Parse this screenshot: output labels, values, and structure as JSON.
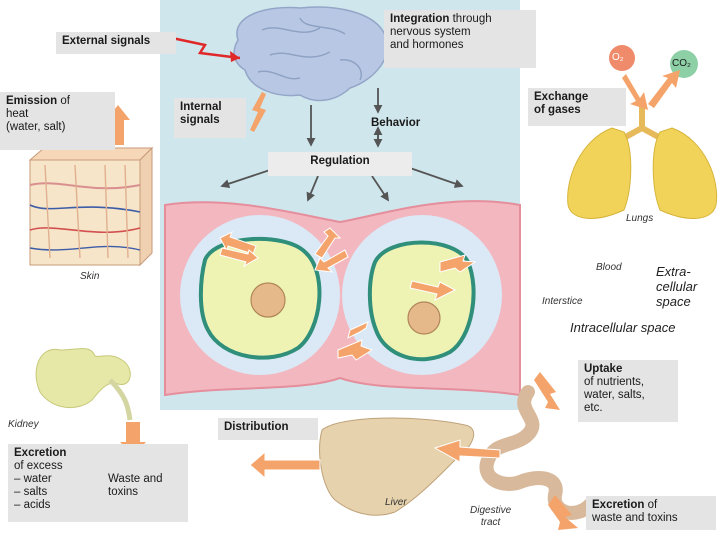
{
  "external_signals": "External signals",
  "integration": {
    "bold": "Integration",
    "rest1": " through",
    "rest2": "nervous system",
    "rest3": "and hormones"
  },
  "emission": {
    "bold": "Emission",
    "rest1": " of",
    "rest2": "heat",
    "rest3": "(water, salt)"
  },
  "internal_signals": {
    "line1": "Internal",
    "line2": "signals"
  },
  "behavior": "Behavior",
  "regulation": "Regulation",
  "exchange": {
    "line1": "Exchange",
    "line2": "of gases"
  },
  "o2": "O₂",
  "co2": "CO₂",
  "lungs": "Lungs",
  "skin": "Skin",
  "blood": "Blood",
  "extracellular": {
    "line1": "Extra-",
    "line2": "cellular",
    "line3": "space"
  },
  "interstice": "Interstice",
  "intracellular": "Intracellular space",
  "kidney": "Kidney",
  "excretion_left": {
    "bold": "Excretion",
    "line2": "of excess",
    "line3": "– water",
    "line4": "– salts",
    "line5": "– acids"
  },
  "waste_toxins": {
    "line1": "Waste and",
    "line2": "toxins"
  },
  "uptake": {
    "bold": "Uptake",
    "line2": "of nutrients,",
    "line3": "water, salts,",
    "line4": "etc."
  },
  "distribution": "Distribution",
  "liver": "Liver",
  "digestive": {
    "line1": "Digestive",
    "line2": "tract"
  },
  "excretion_right": {
    "bold": "Excretion",
    "rest1": " of",
    "line2": "waste and toxins"
  },
  "colors": {
    "panel": "#cfe6ec",
    "arrow": "#f4a46a",
    "brain": "#b8c8e4",
    "lung": "#f2d35a",
    "kidney": "#e6e8a8",
    "cell_wall": "#f3b7c0",
    "cytoplasm": "#eef3b4",
    "membrane": "#2f8f7a"
  }
}
